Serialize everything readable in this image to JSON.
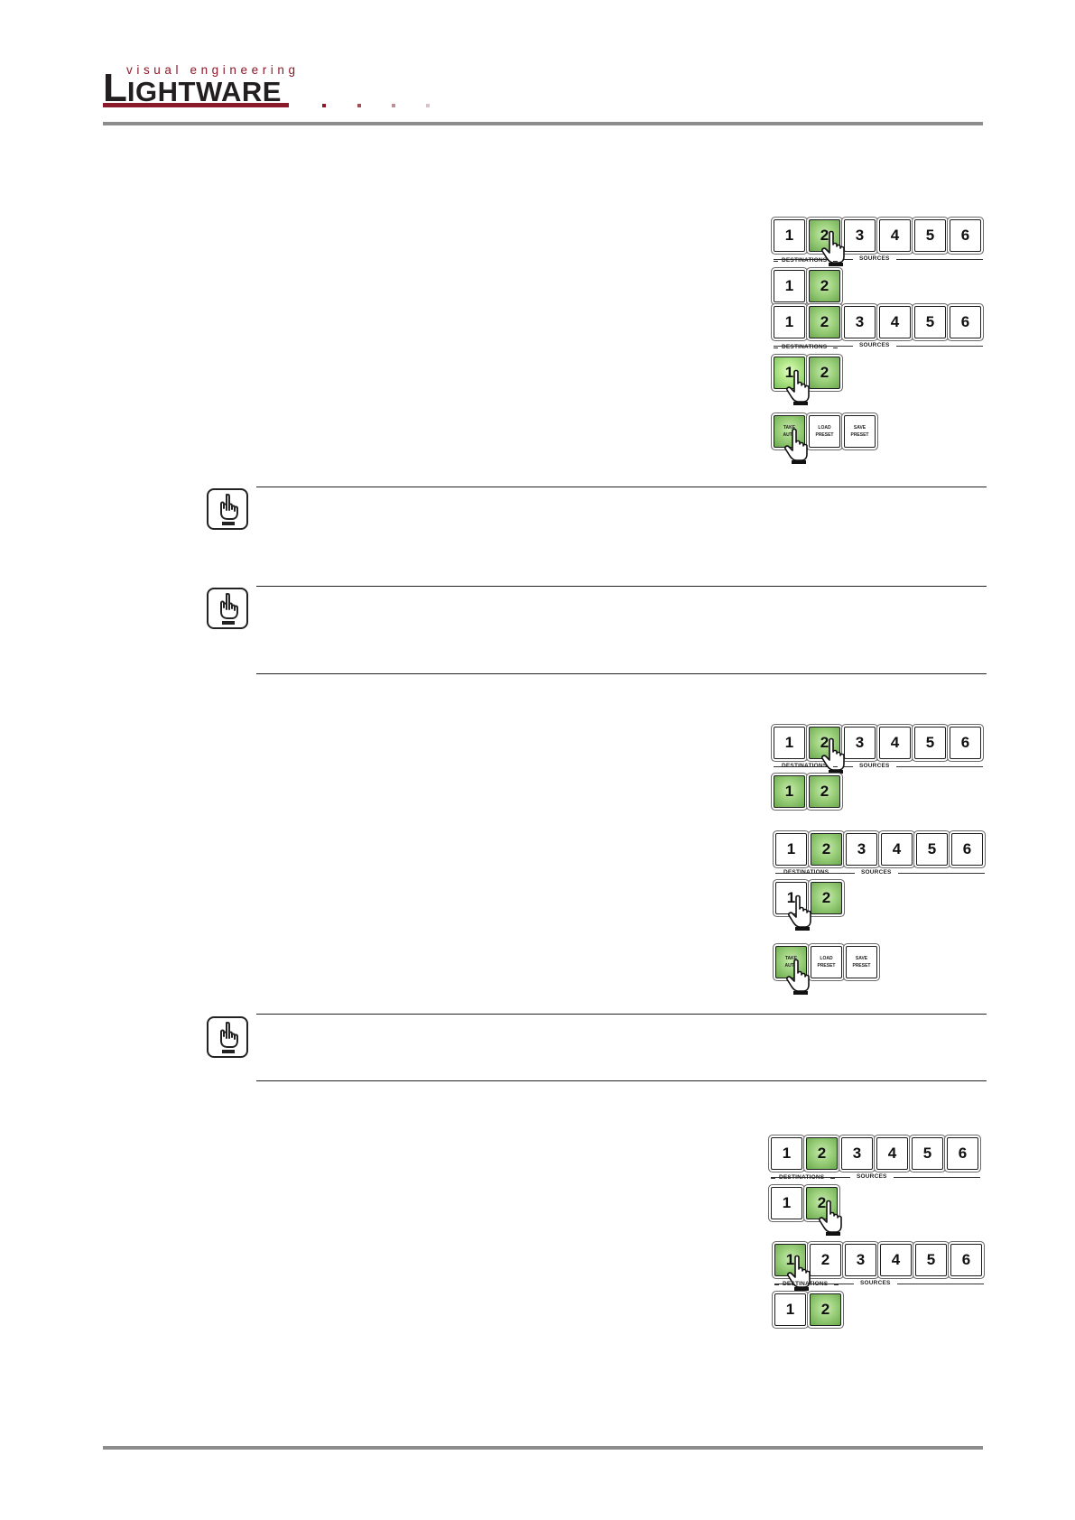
{
  "header": {
    "logo_tagline": "visual engineering",
    "logo_initial": "L",
    "logo_rest": "IGHTWARE",
    "brand_color": "#8a1a2a",
    "dot_colors": [
      "#8a1a2a",
      "#a44c58",
      "#c08e95",
      "#d8c4c7"
    ]
  },
  "panel_labels": {
    "sources": "SOURCES",
    "destinations": "DESTINATIONS",
    "take": "TAKE",
    "auto": "AUTO",
    "load": "LOAD",
    "save": "SAVE",
    "preset": "PRESET",
    "src_keys": [
      "1",
      "2",
      "3",
      "4",
      "5",
      "6"
    ],
    "dst_keys": [
      "1",
      "2"
    ]
  },
  "colors": {
    "key_active": "#9cd07c",
    "rule": "#222222",
    "header_line": "#8c8c8c"
  },
  "icons": {
    "note": "pointing-hand-note-icon",
    "cursor": "hand-cursor-icon"
  }
}
